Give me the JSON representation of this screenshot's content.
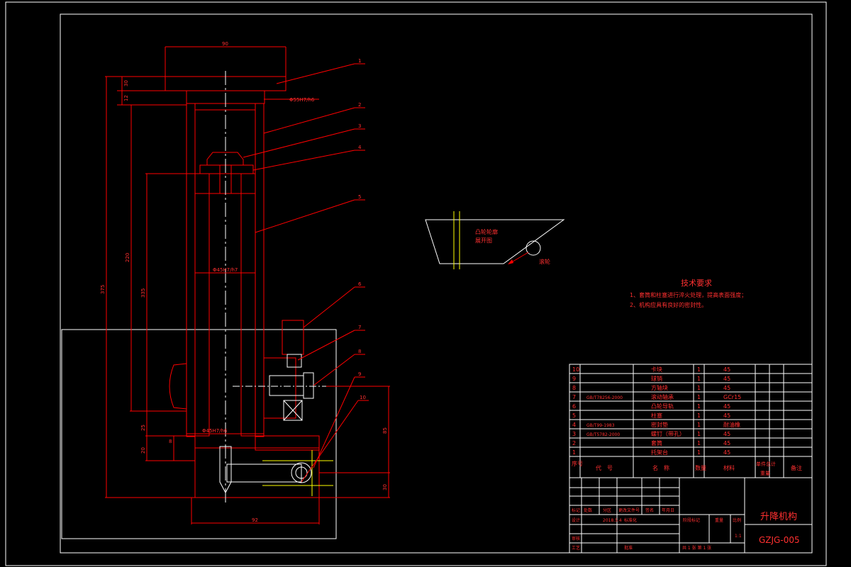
{
  "drawing": {
    "title": "升降机构",
    "code": "GZJG-005",
    "sheet_info": "共 1 张 第 1 张",
    "scale": "1:1",
    "date": "2018.5.4"
  },
  "tech_requirements": {
    "heading": "技术要求",
    "items": [
      "1、套筒和柱塞进行淬火处理，提高表面强度；",
      "2、机构应具有良好的密封性。"
    ]
  },
  "cam_detail": {
    "label_line1": "凸轮轮廓",
    "label_line2": "展开图",
    "roller_label": "滚轮"
  },
  "dimensions": {
    "top_width": "90",
    "top_fit": "Φ55H7/h6",
    "mid_fit": "Φ45H7/h7",
    "bottom_fit": "Φ45H7/h6",
    "total_height": "375",
    "h1": "30",
    "h2": "12",
    "h3": "220",
    "h4": "335",
    "h5": "25",
    "h6": "20",
    "h7": "8",
    "right1": "85",
    "right2": "30",
    "bottom_width": "92"
  },
  "callouts": [
    "1",
    "2",
    "3",
    "4",
    "5",
    "6",
    "7",
    "8",
    "9",
    "10"
  ],
  "bom": {
    "headers": {
      "seq": "序号",
      "code": "代　号",
      "name": "名　称",
      "qty": "数量",
      "material": "材料",
      "unit_total": "单件总计",
      "weight": "重量",
      "remarks": "备注"
    },
    "rows": [
      {
        "no": "10",
        "code": "",
        "name": "卡块",
        "qty": "1",
        "material": "45"
      },
      {
        "no": "9",
        "code": "",
        "name": "球销",
        "qty": "1",
        "material": "45"
      },
      {
        "no": "8",
        "code": "",
        "name": "方轴块",
        "qty": "1",
        "material": "45"
      },
      {
        "no": "7",
        "code": "GB/T78256-2000",
        "name": "滚动轴承",
        "qty": "1",
        "material": "GCr15"
      },
      {
        "no": "6",
        "code": "",
        "name": "凸轮导轨",
        "qty": "1",
        "material": "45"
      },
      {
        "no": "5",
        "code": "",
        "name": "柱塞",
        "qty": "1",
        "material": "45"
      },
      {
        "no": "4",
        "code": "GB/T99-1983",
        "name": "密封垫",
        "qty": "1",
        "material": "耐油橡"
      },
      {
        "no": "3",
        "code": "GB/T5782-2000",
        "name": "螺钉（带孔）",
        "qty": "1",
        "material": "45"
      },
      {
        "no": "2",
        "code": "",
        "name": "套筒",
        "qty": "1",
        "material": "45"
      },
      {
        "no": "1",
        "code": "",
        "name": "托架台",
        "qty": "1",
        "material": "45"
      }
    ]
  },
  "title_block": {
    "mark": "标记",
    "count": "处数",
    "zone": "分区",
    "change_doc": "更改文件号",
    "sign": "签名",
    "ymd": "年月日",
    "design": "设计",
    "standardize": "标准化",
    "stage_mark": "阶段标记",
    "weight": "重量",
    "scale": "比例",
    "review": "审核",
    "process": "工艺",
    "approve": "批准"
  }
}
